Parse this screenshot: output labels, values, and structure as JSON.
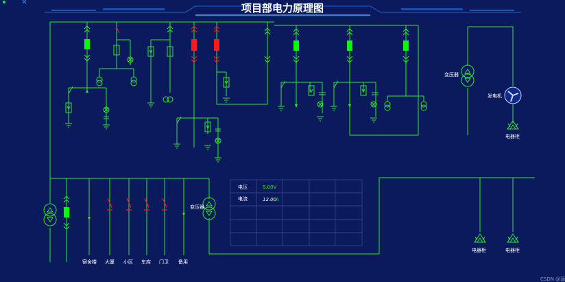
{
  "title": "项目部电力原理图",
  "colors": {
    "background": "#0a1a5c",
    "line": "#2fe82f",
    "breaker_on": "#00ff00",
    "breaker_off": "#ff1a1a",
    "frame": "#1e66d8"
  },
  "labels": {
    "transformer_top": "变压器",
    "generator": "发电机",
    "cabinet_top": "电器柜",
    "transformer_bottom": "变压器",
    "cabinet_left": "电器柜",
    "cabinet_right": "电器柜"
  },
  "feeders": [
    {
      "label": "宿舍楼"
    },
    {
      "label": "大厦"
    },
    {
      "label": "小区"
    },
    {
      "label": "车库"
    },
    {
      "label": "门卫"
    },
    {
      "label": "备用"
    }
  ],
  "readings": [
    {
      "label": "电压",
      "value": "5.00V",
      "unit": ""
    },
    {
      "label": "电流",
      "value": "12.00",
      "unit": "A"
    }
  ],
  "watermark": "CSDN @源"
}
